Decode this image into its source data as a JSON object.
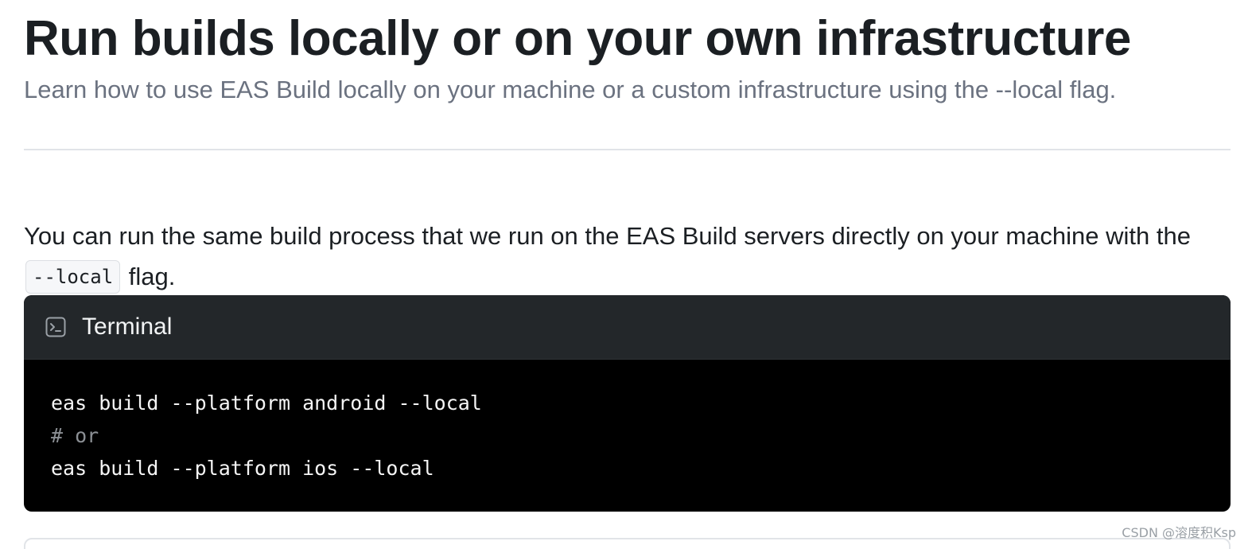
{
  "header": {
    "title": "Run builds locally or on your own infrastructure",
    "subtitle": "Learn how to use EAS Build locally on your machine or a custom infrastructure using the --local flag."
  },
  "intro": {
    "text_before": "You can run the same build process that we run on the EAS Build servers directly on your machine with the ",
    "inline_code": "--local",
    "text_after": " flag."
  },
  "terminal": {
    "title": "Terminal",
    "icon": "terminal-icon",
    "lines": [
      "eas build --platform android --local",
      "# or",
      "eas build --platform ios --local"
    ]
  },
  "watermark": "CSDN @溶度积Ksp",
  "colors": {
    "title": "#1b1f23",
    "subtitle": "#6b7280",
    "terminal_header_bg": "#23272a",
    "terminal_body_bg": "#000000",
    "code_text": "#f5f5f5",
    "code_comment": "#8b8f94"
  }
}
